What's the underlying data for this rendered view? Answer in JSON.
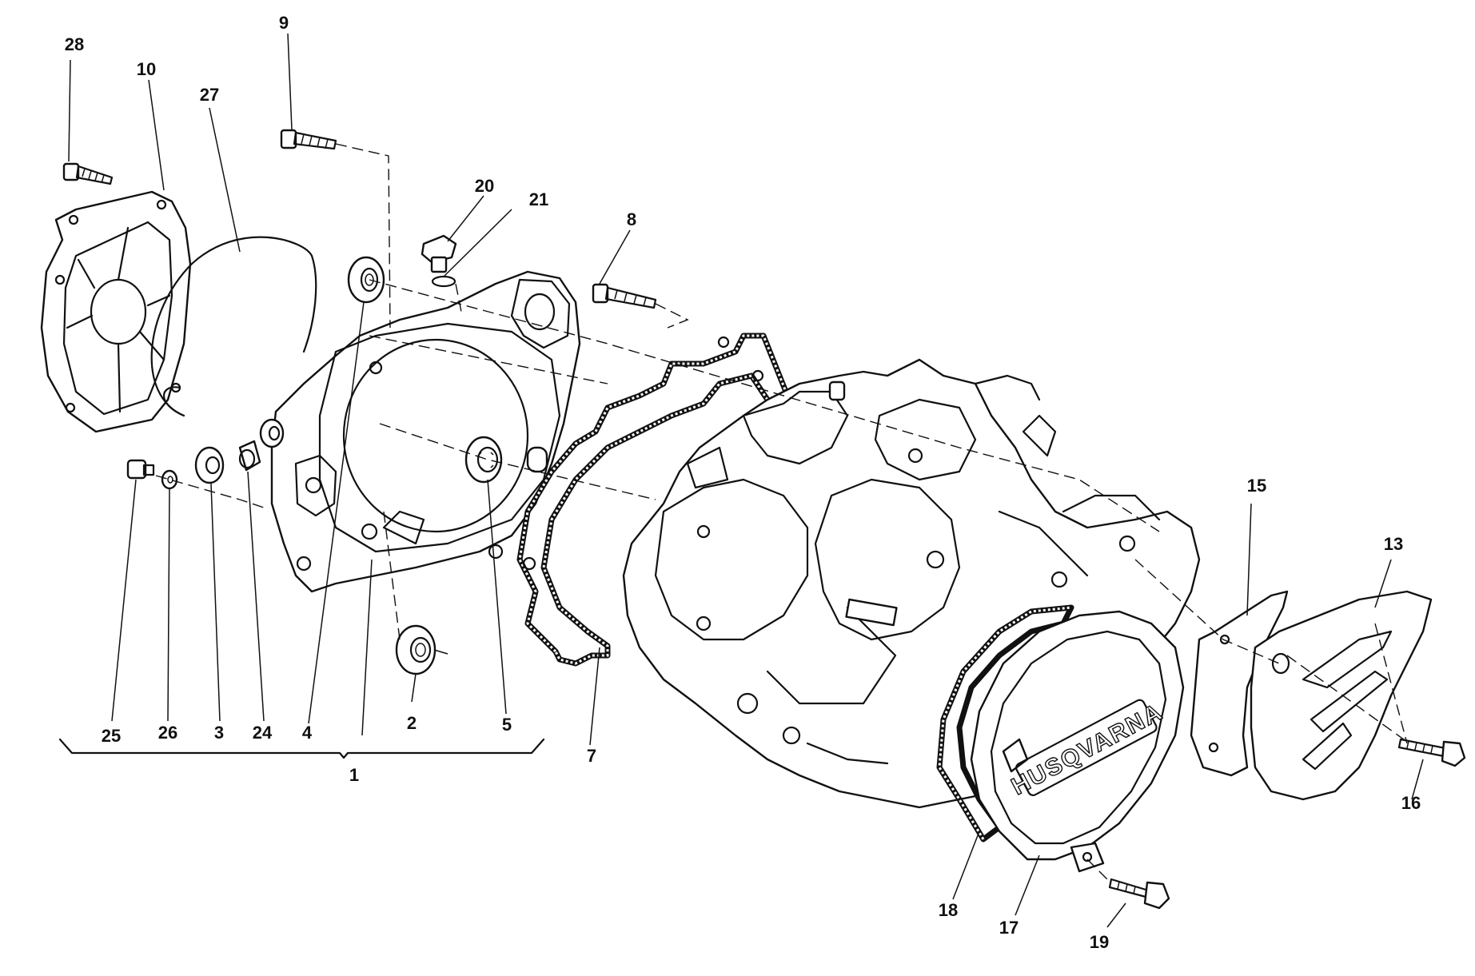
{
  "diagram": {
    "callouts": [
      {
        "id": "c28",
        "text": "28"
      },
      {
        "id": "c10",
        "text": "10"
      },
      {
        "id": "c27",
        "text": "27"
      },
      {
        "id": "c9",
        "text": "9"
      },
      {
        "id": "c20",
        "text": "20"
      },
      {
        "id": "c21",
        "text": "21"
      },
      {
        "id": "c8",
        "text": "8"
      },
      {
        "id": "c15",
        "text": "15"
      },
      {
        "id": "c13",
        "text": "13"
      },
      {
        "id": "c16",
        "text": "16"
      },
      {
        "id": "c25",
        "text": "25"
      },
      {
        "id": "c26",
        "text": "26"
      },
      {
        "id": "c3",
        "text": "3"
      },
      {
        "id": "c24",
        "text": "24"
      },
      {
        "id": "c4",
        "text": "4"
      },
      {
        "id": "c2",
        "text": "2"
      },
      {
        "id": "c5",
        "text": "5"
      },
      {
        "id": "c1",
        "text": "1"
      },
      {
        "id": "c7",
        "text": "7"
      },
      {
        "id": "c18",
        "text": "18"
      },
      {
        "id": "c17",
        "text": "17"
      },
      {
        "id": "c19",
        "text": "19"
      }
    ],
    "logo_text": "HUSQVARNA"
  }
}
